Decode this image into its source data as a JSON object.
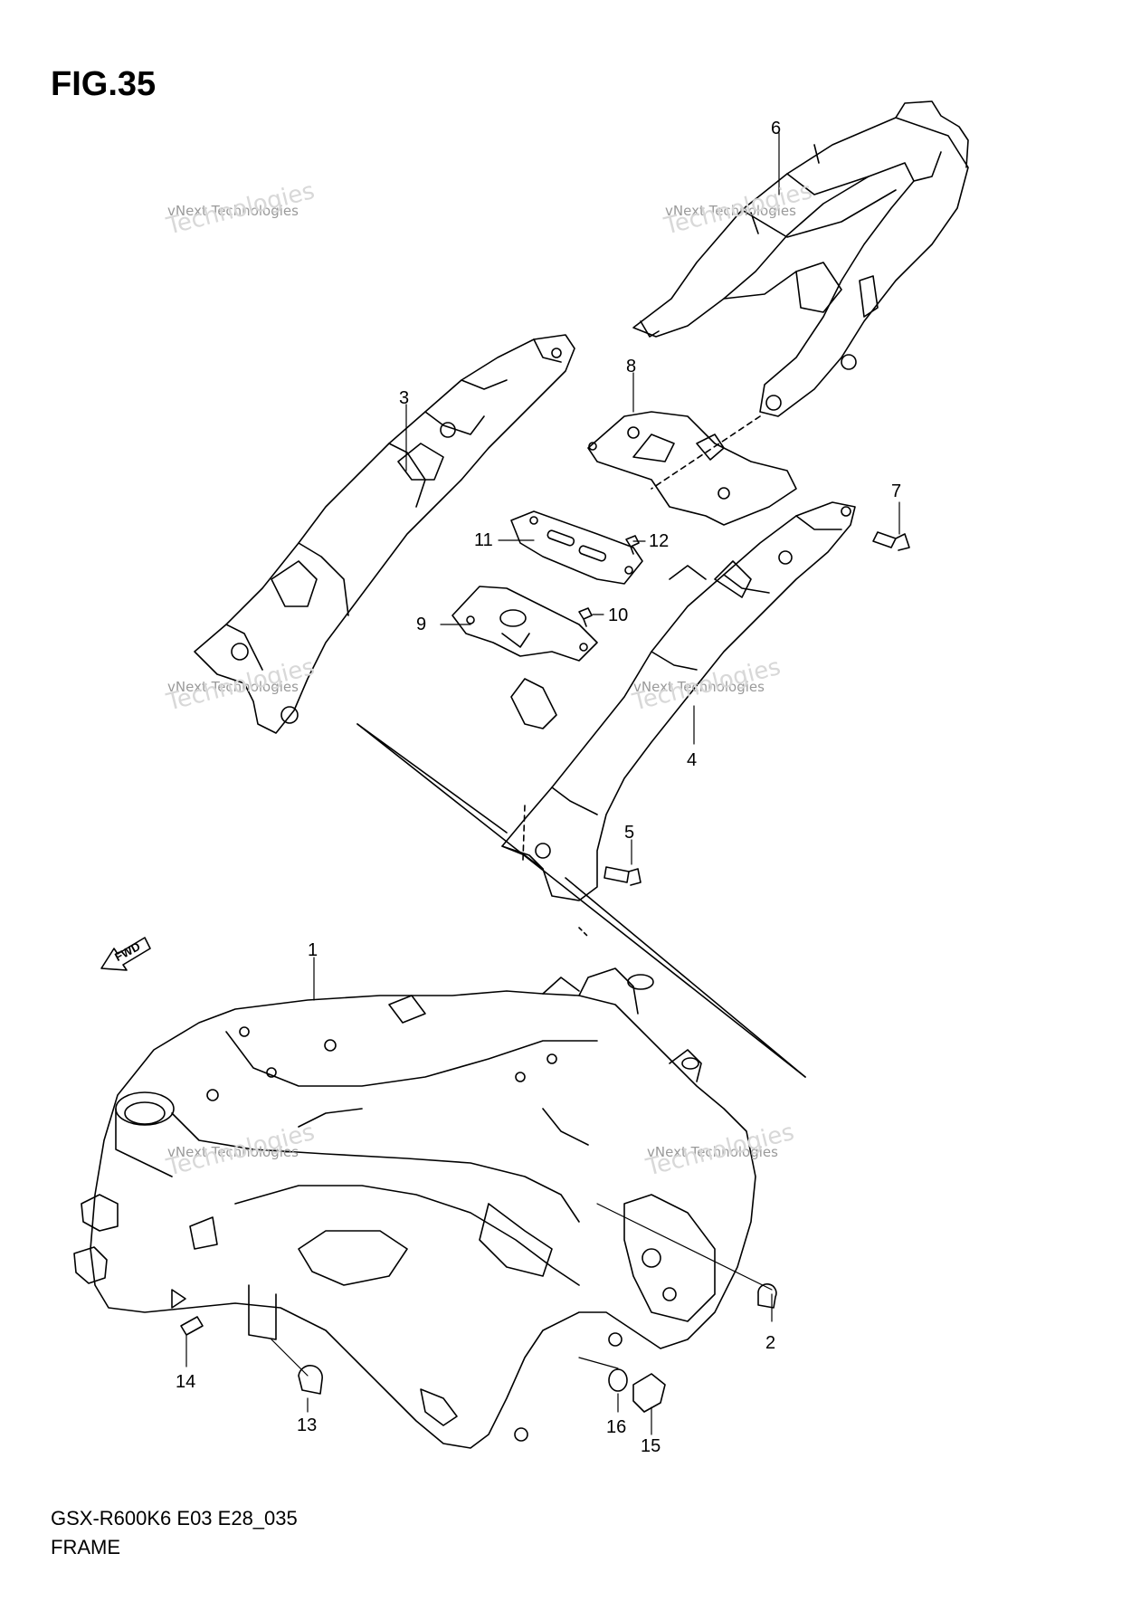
{
  "figure_title": "FIG.35",
  "callouts": [
    {
      "id": "1",
      "label": "1"
    },
    {
      "id": "2",
      "label": "2"
    },
    {
      "id": "3",
      "label": "3"
    },
    {
      "id": "4",
      "label": "4"
    },
    {
      "id": "5",
      "label": "5"
    },
    {
      "id": "6",
      "label": "6"
    },
    {
      "id": "7",
      "label": "7"
    },
    {
      "id": "8",
      "label": "8"
    },
    {
      "id": "9",
      "label": "9"
    },
    {
      "id": "10",
      "label": "10"
    },
    {
      "id": "11",
      "label": "11"
    },
    {
      "id": "12",
      "label": "12"
    },
    {
      "id": "13",
      "label": "13"
    },
    {
      "id": "14",
      "label": "14"
    },
    {
      "id": "15",
      "label": "15"
    },
    {
      "id": "16",
      "label": "16"
    }
  ],
  "direction_marker": "FWD",
  "watermark": {
    "line1": "vNext Technologies",
    "line2": "Technologies"
  },
  "footer": {
    "code": "GSX-R600K6 E03 E28_035",
    "name": "FRAME"
  },
  "colors": {
    "line": "#000000",
    "background": "#ffffff",
    "watermark": "#c9c9c9"
  }
}
